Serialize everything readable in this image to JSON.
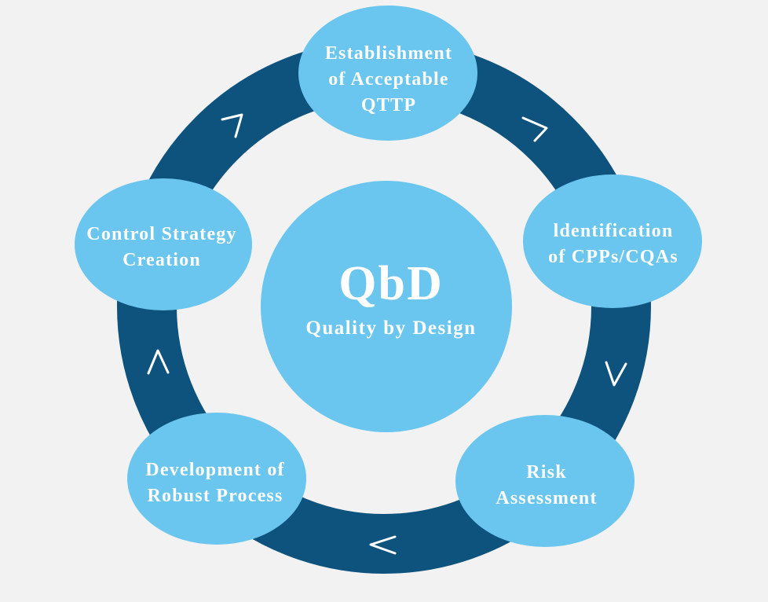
{
  "colors": {
    "background": "#f2f2f3",
    "ring": "#0e527e",
    "node_fill": "#6ac6ef",
    "text": "#ffffff"
  },
  "center": {
    "title": "QbD",
    "subtitle": "Quality by Design"
  },
  "nodes": [
    {
      "id": "establishment",
      "lines": [
        "Establishment",
        "of Acceptable",
        "QTTP"
      ]
    },
    {
      "id": "identification",
      "lines": [
        "ldentification",
        "of CPPs/CQAs"
      ]
    },
    {
      "id": "risk",
      "lines": [
        "Risk",
        "Assessment"
      ]
    },
    {
      "id": "development",
      "lines": [
        "Development of",
        "Robust Process"
      ]
    },
    {
      "id": "control",
      "lines": [
        "Control Strategy",
        "Creation"
      ]
    }
  ],
  "arrows": [
    {
      "between": "establishment-identification",
      "icon": "chevron-right-icon"
    },
    {
      "between": "identification-risk",
      "icon": "chevron-down-icon"
    },
    {
      "between": "risk-development",
      "icon": "chevron-left-icon"
    },
    {
      "between": "development-control",
      "icon": "chevron-up-icon"
    },
    {
      "between": "control-establishment",
      "icon": "chevron-up-icon"
    }
  ]
}
